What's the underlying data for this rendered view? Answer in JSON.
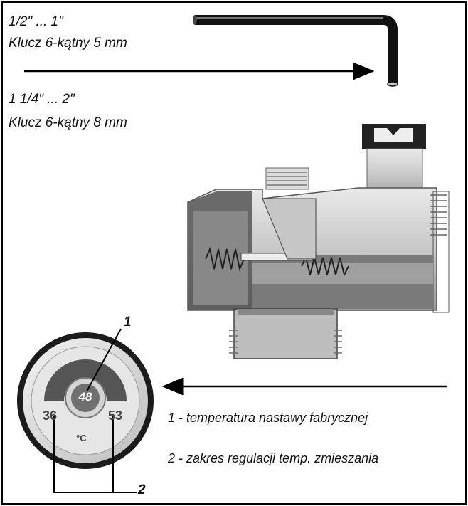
{
  "wrench_small": {
    "size": "1/2\" ... 1\"",
    "key": "Klucz 6-kątny 5 mm"
  },
  "wrench_large": {
    "size": "1 1/4\" ... 2\"",
    "key": "Klucz 6-kątny 8 mm"
  },
  "dial": {
    "factory_temp": "48",
    "range_min": "36",
    "range_max": "53",
    "unit": "°C"
  },
  "callouts": {
    "one": "1",
    "two": "2"
  },
  "legend": {
    "item1": "1 - temperatura nastawy fabrycznej",
    "item2": "2 - zakres regulacji temp. zmieszania"
  }
}
